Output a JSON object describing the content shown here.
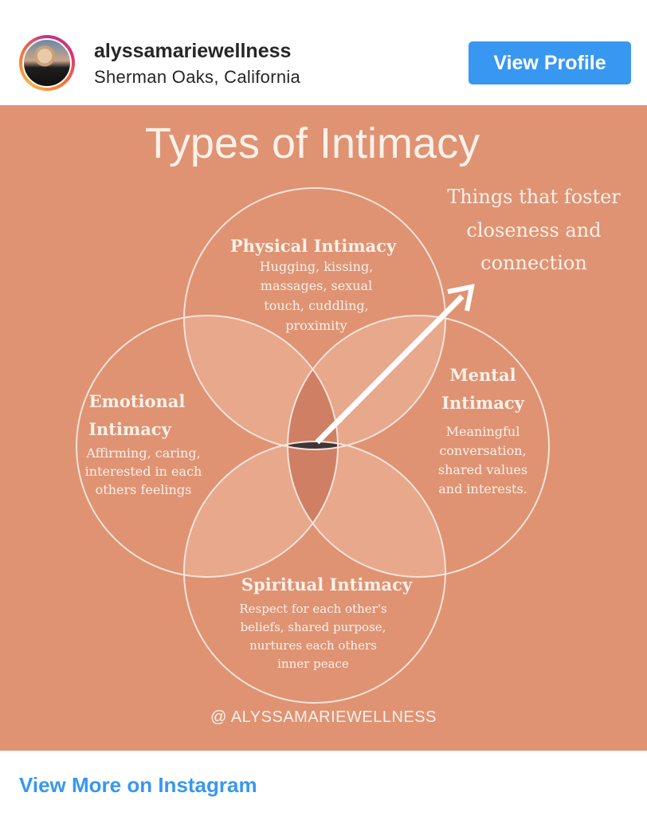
{
  "header": {
    "username": "alyssamariewellness",
    "location": "Sherman Oaks, California",
    "view_profile": "View Profile"
  },
  "post": {
    "title": "Types of Intimacy",
    "callout": [
      "Things that foster",
      "closeness and",
      "connection"
    ],
    "physical": {
      "title": "Physical Intimacy",
      "lines": [
        "Hugging, kissing,",
        "massages, sexual",
        "touch, cuddling,",
        "proximity"
      ]
    },
    "emotional": {
      "title": [
        "Emotional",
        "Intimacy"
      ],
      "lines": [
        "Affirming, caring,",
        "interested in each",
        "others feelings"
      ]
    },
    "mental": {
      "title": [
        "Mental",
        "Intimacy"
      ],
      "lines": [
        "Meaningful",
        "conversation,",
        "shared values",
        "and interests."
      ]
    },
    "spiritual": {
      "title": "Spiritual Intimacy",
      "lines": [
        "Respect for each other's",
        "beliefs, shared purpose,",
        "nurtures each others",
        "inner peace"
      ]
    },
    "handle": "@ ALYSSAMARIEWELLNESS",
    "colors": {
      "bg": "#df9373",
      "pair": "#e8a88c",
      "triple": "#cf7f64",
      "center": "#3d3537"
    }
  },
  "footer": {
    "view_more": "View More on Instagram"
  }
}
